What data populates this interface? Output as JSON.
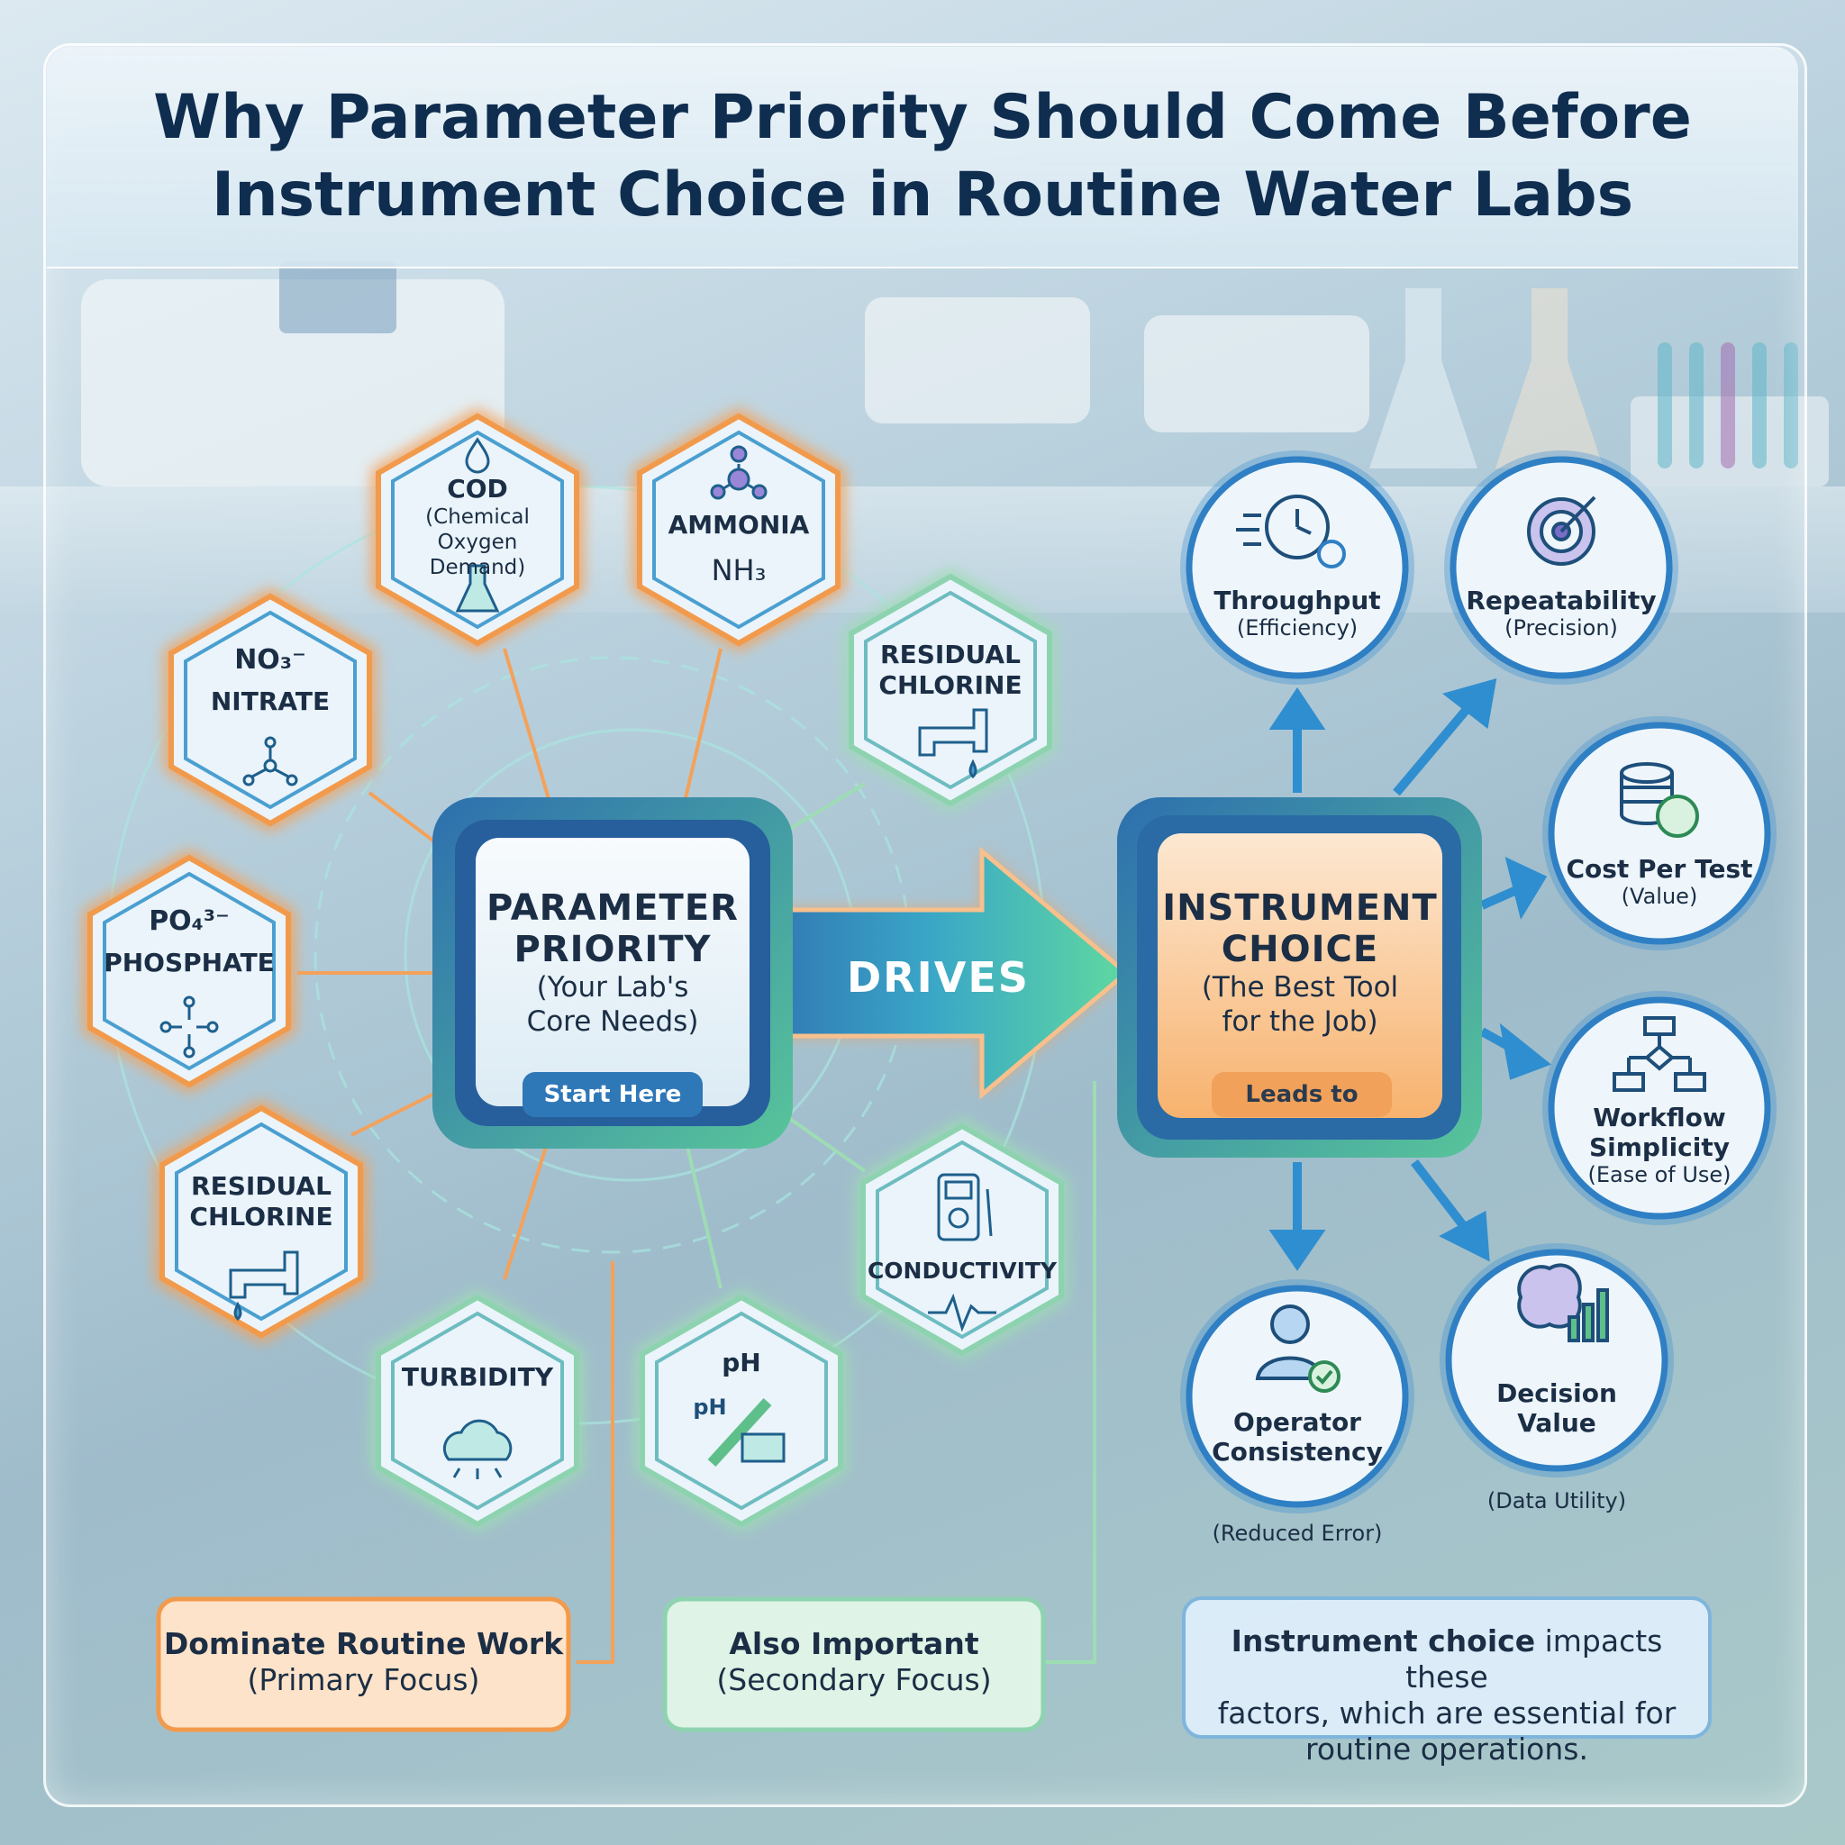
{
  "title": {
    "line1": "Why Parameter Priority Should Come Before",
    "line2": "Instrument Choice in Routine Water Labs"
  },
  "center_box": {
    "heading_line1": "PARAMETER",
    "heading_line2": "PRIORITY",
    "sub_line1": "(Your Lab's",
    "sub_line2": "Core Needs)",
    "pill": "Start Here"
  },
  "arrow_label": "DRIVES",
  "instrument_box": {
    "heading_line1": "INSTRUMENT",
    "heading_line2": "CHOICE",
    "sub_line1": "(The Best Tool",
    "sub_line2": "for the Job)",
    "pill": "Leads to"
  },
  "parameters": {
    "cod": {
      "title": "COD",
      "sub1": "(Chemical",
      "sub2": "Oxygen Demand)",
      "icon": "flask-drop-icon",
      "priority": "primary"
    },
    "ammonia": {
      "title": "AMMONIA",
      "formula": "NH₃",
      "icon": "molecule-icon",
      "priority": "primary"
    },
    "nitrate": {
      "formula": "NO₃⁻",
      "title": "NITRATE",
      "icon": "nitrate-structure-icon",
      "priority": "primary"
    },
    "phosphate": {
      "formula": "PO₄³⁻",
      "title": "PHOSPHATE",
      "icon": "phosphate-structure-icon",
      "priority": "primary"
    },
    "chlorine_primary": {
      "title1": "RESIDUAL",
      "title2": "CHLORINE",
      "icon": "faucet-icon",
      "priority": "primary"
    },
    "chlorine_secondary": {
      "title1": "RESIDUAL",
      "title2": "CHLORINE",
      "icon": "faucet-icon",
      "priority": "secondary"
    },
    "conductivity": {
      "title": "CONDUCTIVITY",
      "icon": "meter-icon",
      "priority": "secondary"
    },
    "ph": {
      "title": "pH",
      "icon_text": "pH",
      "icon": "test-strip-icon",
      "priority": "secondary"
    },
    "turbidity": {
      "title": "TURBIDITY",
      "icon": "cloud-icon",
      "priority": "secondary"
    }
  },
  "factors": {
    "throughput": {
      "title": "Throughput",
      "sub": "(Efficiency)",
      "icon": "clock-gear-icon"
    },
    "repeatability": {
      "title": "Repeatability",
      "sub": "(Precision)",
      "icon": "target-icon"
    },
    "cost": {
      "title": "Cost Per Test",
      "sub": "(Value)",
      "icon": "coins-dollar-icon"
    },
    "workflow": {
      "title1": "Workflow",
      "title2": "Simplicity",
      "sub": "(Ease of Use)",
      "icon": "flowchart-icon"
    },
    "decision": {
      "title1": "Decision",
      "title2": "Value",
      "sub": "(Data Utility)",
      "icon": "brain-chart-icon"
    },
    "operator": {
      "title1": "Operator",
      "title2": "Consistency",
      "sub": "(Reduced Error)",
      "icon": "user-check-icon"
    }
  },
  "legend": {
    "primary_title": "Dominate Routine Work",
    "primary_sub": "(Primary Focus)",
    "secondary_title": "Also Important",
    "secondary_sub": "(Secondary Focus)"
  },
  "note": {
    "bold": "Instrument choice",
    "rest1": " impacts these",
    "line2": "factors, which are essential for",
    "line3": "routine operations."
  },
  "colors": {
    "primary_glow": "#f4a15a",
    "secondary_glow": "#9edcb4",
    "hex_border": "#4a9fd0",
    "arrow_start": "#2f78b8",
    "arrow_end": "#5fd8a0",
    "title_text": "#0f2d4f"
  }
}
